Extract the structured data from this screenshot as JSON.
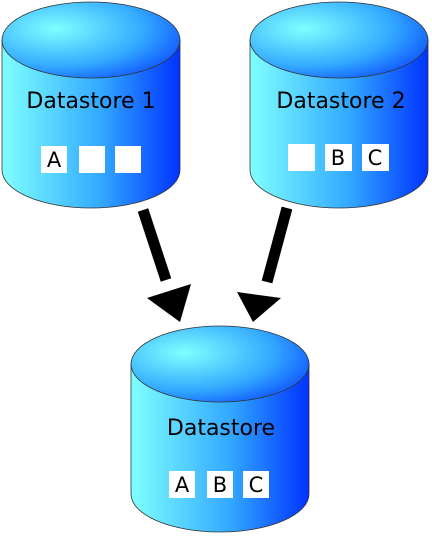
{
  "colors": {
    "cylinder_light": "#7fffff",
    "cylinder_mid": "#33aaff",
    "cylinder_dark": "#0033ff",
    "cylinder_stroke": "#333333",
    "box_fill": "#ffffff",
    "arrow": "#000000",
    "background": "#ffffff"
  },
  "datastores": [
    {
      "id": "ds1",
      "label": "Datastore 1",
      "items": [
        "A",
        "",
        ""
      ]
    },
    {
      "id": "ds2",
      "label": "Datastore 2",
      "items": [
        "",
        "B",
        "C"
      ]
    },
    {
      "id": "merged",
      "label": "Datastore",
      "items": [
        "A",
        "B",
        "C"
      ]
    }
  ],
  "arrows": [
    {
      "from": "ds1",
      "to": "merged"
    },
    {
      "from": "ds2",
      "to": "merged"
    }
  ]
}
